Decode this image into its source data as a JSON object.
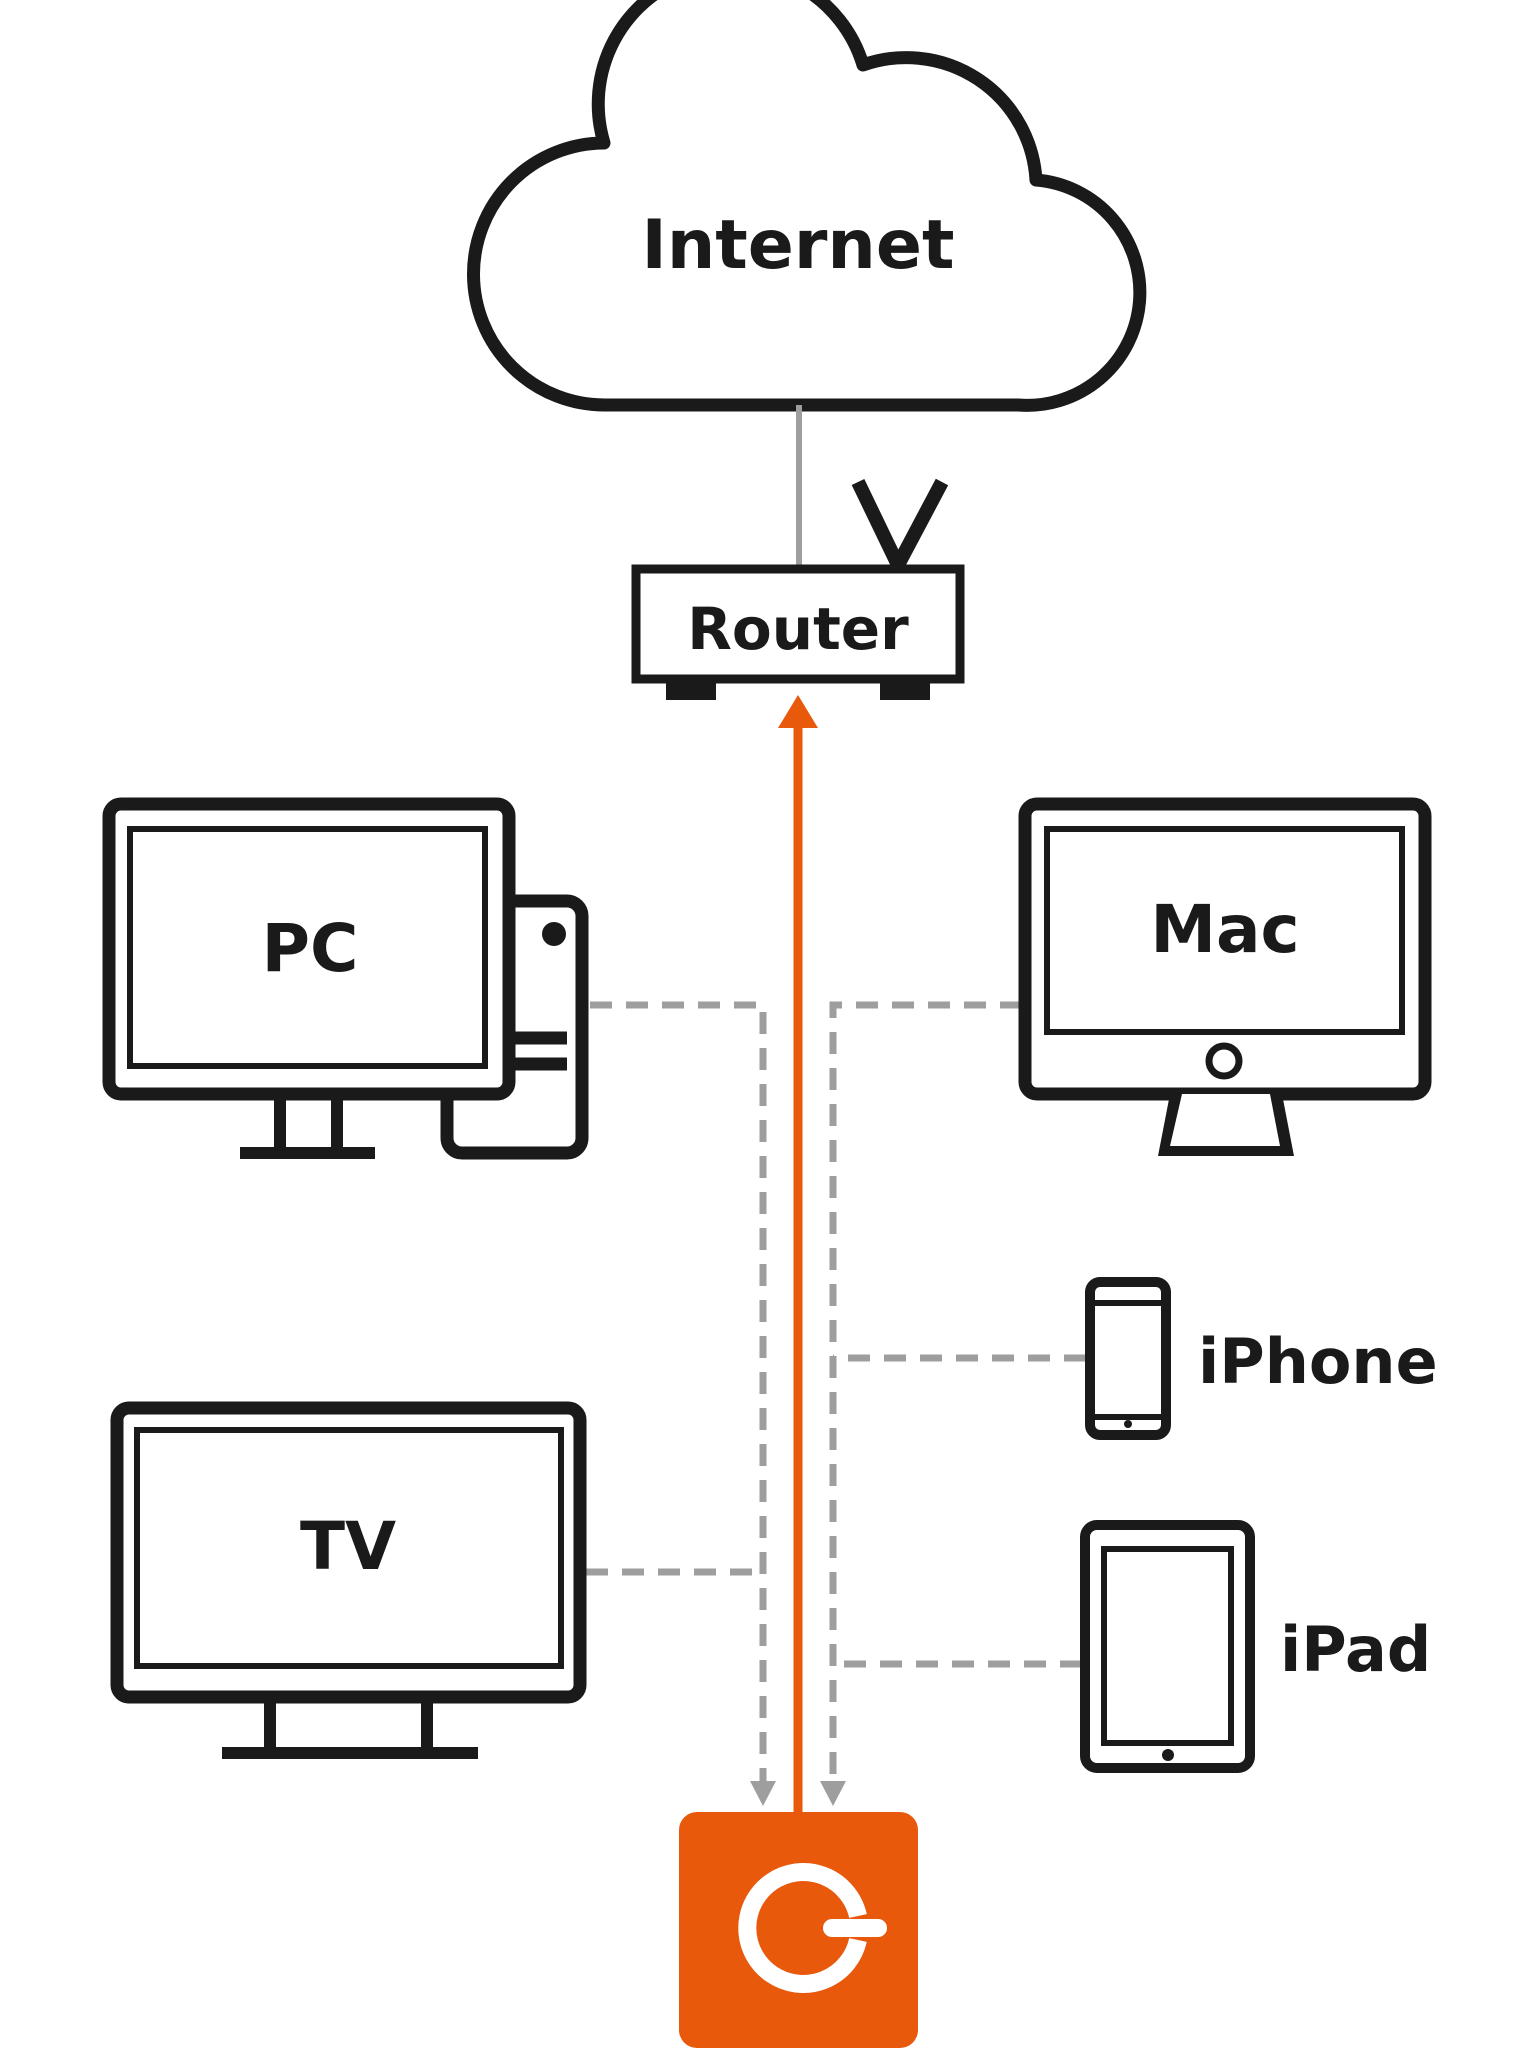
{
  "nodes": {
    "internet": "Internet",
    "router": "Router",
    "pc": "PC",
    "mac": "Mac",
    "iphone": "iPhone",
    "ipad": "iPad",
    "tv": "TV"
  },
  "colors": {
    "stroke": "#1a1a1a",
    "accent": "#e8590c",
    "link": "#9e9e9e",
    "background": "#ffffff"
  },
  "icons": {
    "hub": "power-sync-icon",
    "router": "router-icon",
    "cloud": "cloud-icon"
  }
}
